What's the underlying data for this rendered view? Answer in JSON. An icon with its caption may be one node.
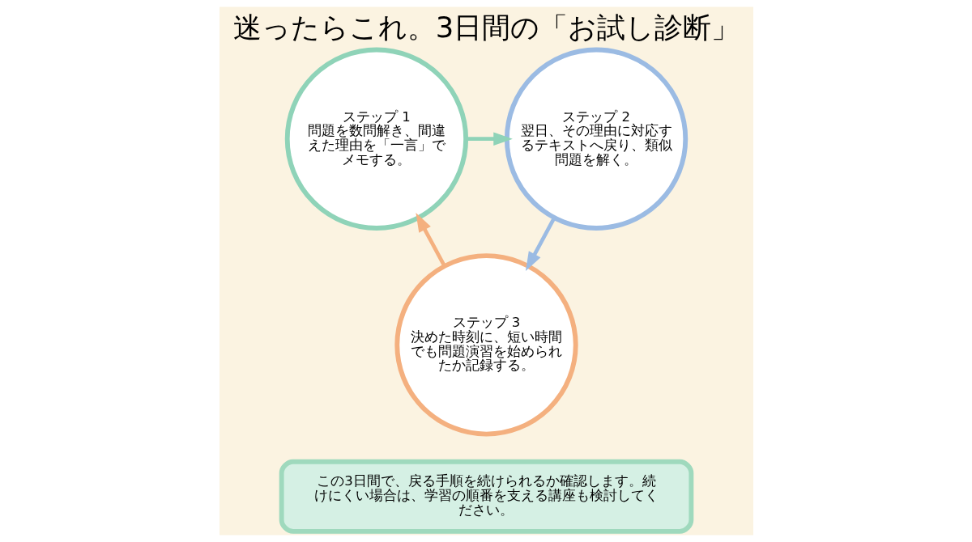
{
  "diagram": {
    "title": "迷ったらこれ。3日間の「お試し診断」",
    "nodes": [
      {
        "text": [
          "ステップ 1",
          "問題を数問解き、間違えた理由を「一言」でメモする。"
        ]
      },
      {
        "text": [
          "ステップ 2",
          "翌日、その理由に対応するテキストへ戻り、類似問題を解く。"
        ]
      },
      {
        "text": [
          "ステップ 3",
          "決めた時刻に、短い時間でも問題演習を始められたか記録する。"
        ]
      },
      {
        "text": [
          "この3日間で、戻る手順を続けられるか確認します。続けにくい場合は、学習の順番を支える講座も検討してください。"
        ]
      }
    ],
    "edges": [
      {
        "from": 0,
        "to": 1,
        "arrow": "to",
        "color": "#8fd3b8"
      },
      {
        "from": 1,
        "to": 2,
        "arrow": "to",
        "color": "#9bbbe3"
      },
      {
        "from": 2,
        "to": 0,
        "arrow": "to",
        "color": "#f4b07f"
      }
    ]
  }
}
